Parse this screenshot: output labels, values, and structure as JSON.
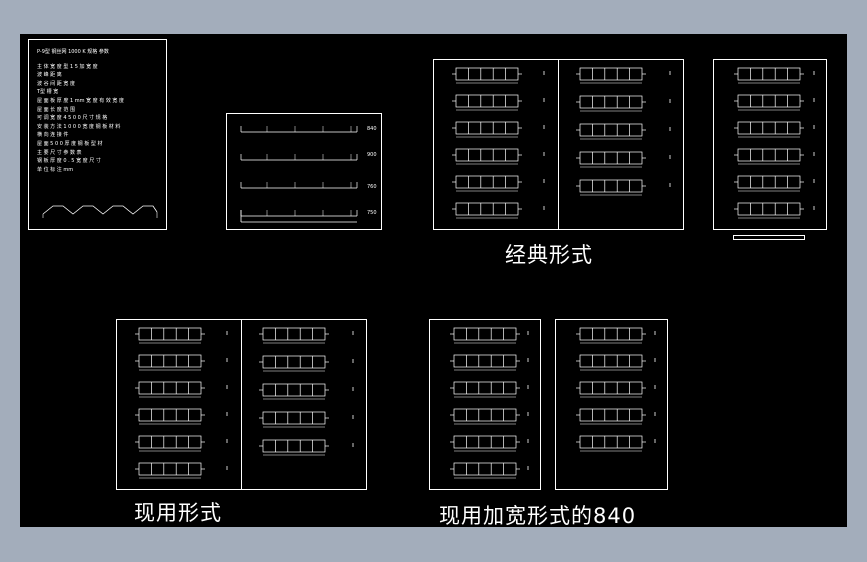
{
  "captions": {
    "classic": "经典形式",
    "current": "现用形式",
    "widened": "现用加宽形式的840"
  },
  "notes": {
    "title": "P-9型 钢丝网  1000  K  规格  参数",
    "lines": [
      "主 体 宽 度 型 1 5  加 宽 度",
      "波 峰 距 离",
      "波 谷 间 距 宽 度",
      "T型 槽 宽",
      "屋 面 板 厚 度 1 mm  宽 度 有 效 宽 度",
      "屋 面 长 度 范 围",
      "可 调 宽 度 4 5 0 0 尺 寸  规 格",
      "安 装 方 法 1 0 0 0 宽 度  钢 板 材 料",
      "横 向 连 接 件",
      "屋 面 5 0 0 厚 度 钢 板 型 材",
      "主 要 尺 寸 参 数 表",
      "钢 板 厚 度 0 . 5  宽 度 尺 寸",
      "单 位 标 注 mm"
    ]
  },
  "labels": {
    "profile_tags": [
      "840",
      "900",
      "760",
      "750"
    ]
  },
  "colors": {
    "background": "#000000",
    "lines": "#ffffff",
    "window": "#a3adbb"
  }
}
